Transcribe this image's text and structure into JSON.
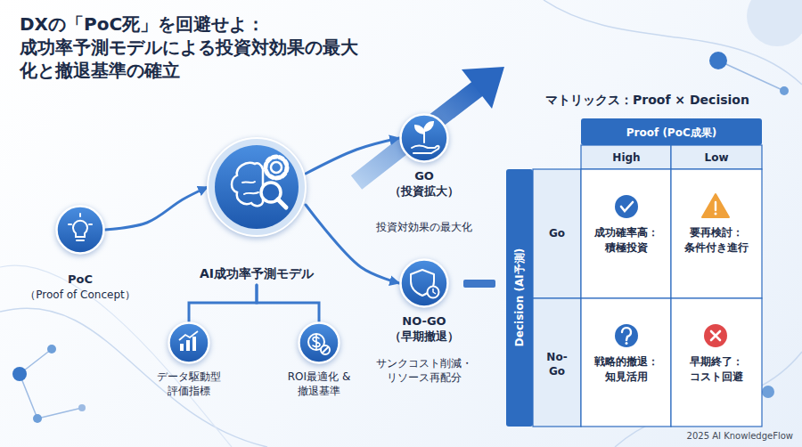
{
  "diagram": {
    "title": "DXの「PoC死」を回避せよ： 成功率予測モデルによる投資対効果の最大化と撤退基準の確立",
    "nodes": [
      {
        "text": [
          "PoC",
          "（Proof of Concept）"
        ]
      },
      {
        "text": [
          "AI成功率予測モデル"
        ]
      },
      {
        "text": [
          "データ駆動型 評価指標"
        ]
      },
      {
        "text": [
          "ROI最適化 &撤退基準"
        ]
      },
      {
        "text": [
          "GO （投資拡大）",
          "投資対効果の最大化"
        ]
      },
      {
        "text": [
          "NO-GO （早期撤退）",
          "サンクコスト削減・ リソース再配分"
        ]
      },
      {
        "text": [
          "マトリックス：Proof × Decision"
        ]
      }
    ],
    "edges": [
      {
        "from": 0,
        "to": 1,
        "arrow": "to"
      },
      {
        "from": 1,
        "to": 4,
        "arrow": "to"
      },
      {
        "from": 1,
        "to": 5,
        "arrow": "to"
      },
      {
        "from": 1,
        "to": 2,
        "arrow": "none"
      },
      {
        "from": 1,
        "to": 3,
        "arrow": "none"
      }
    ],
    "labels": [
      "Proof (PoC成果)",
      "High",
      "Low",
      "Decision (AI予測)",
      "Go",
      "No-Go",
      "成功確率高： 積極投資",
      "要再検討： 条件付き進行",
      "戦略的撤退： 知見活用",
      "早期終了： コスト回避",
      "2025 AI KnowledgeFlow"
    ]
  }
}
